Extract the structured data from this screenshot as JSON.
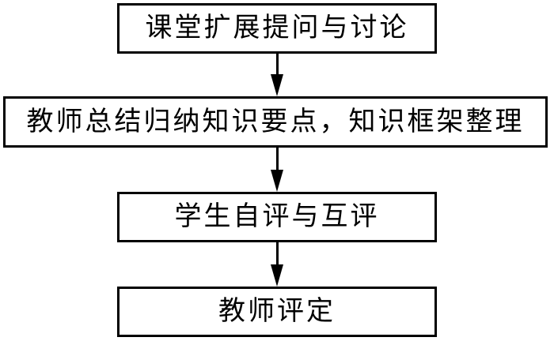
{
  "flowchart": {
    "title": "teaching-evaluation-flow",
    "direction": "top-down",
    "nodes": [
      {
        "id": 1,
        "label": "课堂扩展提问与讨论"
      },
      {
        "id": 2,
        "label": "教师总结归纳知识要点，知识框架整理"
      },
      {
        "id": 3,
        "label": "学生自评与互评"
      },
      {
        "id": 4,
        "label": "教师评定"
      }
    ],
    "connectors": [
      {
        "from": 1,
        "to": 2,
        "type": "arrow-down"
      },
      {
        "from": 2,
        "to": 3,
        "type": "arrow-down"
      },
      {
        "from": 3,
        "to": 4,
        "type": "arrow-down"
      }
    ],
    "colors": {
      "border": "#000000",
      "text": "#000000",
      "background": "#ffffff",
      "arrow": "#000000"
    }
  }
}
